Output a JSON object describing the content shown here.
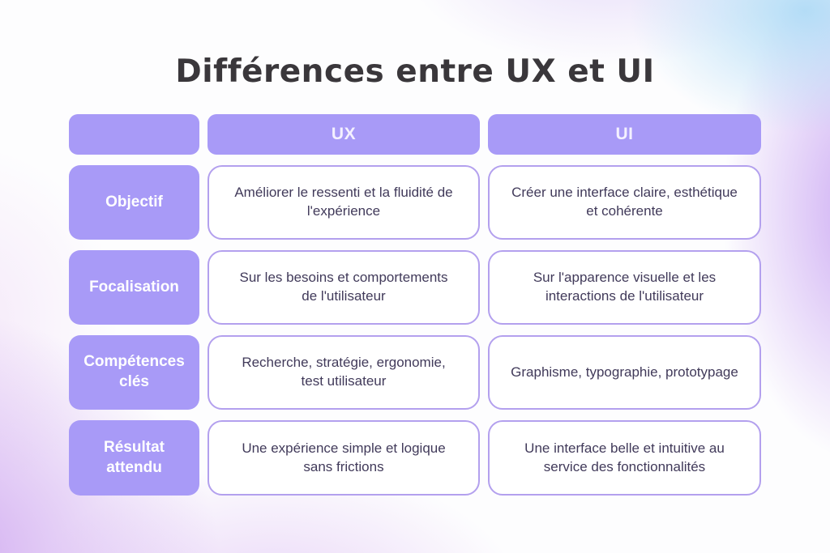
{
  "title": "Différences entre UX et UI",
  "colors": {
    "accent_purple": "#a89af7",
    "cell_border": "#b3a0ee",
    "cell_text": "#413a5a",
    "title_text": "#3a373b",
    "bg_blue": "#b0dbf6",
    "bg_purple": "#ca9eee"
  },
  "table": {
    "columns": [
      "UX",
      "UI"
    ],
    "rows": [
      {
        "label": "Objectif",
        "ux": "Améliorer le ressenti et la fluidité de l'expérience",
        "ui": "Créer une interface claire, esthétique et cohérente"
      },
      {
        "label": "Focalisation",
        "ux": "Sur les besoins et comportements de l'utilisateur",
        "ui": "Sur l'apparence visuelle et les interactions de l'utilisateur"
      },
      {
        "label": "Compétences clés",
        "ux": "Recherche, stratégie, ergonomie, test utilisateur",
        "ui": "Graphisme, typographie, prototypage"
      },
      {
        "label": "Résultat attendu",
        "ux": "Une expérience simple et logique sans frictions",
        "ui": "Une interface belle et intuitive au service des fonctionnalités"
      }
    ]
  }
}
